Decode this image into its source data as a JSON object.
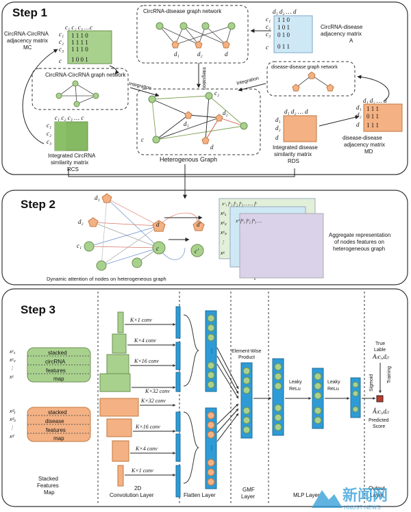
{
  "step1": {
    "title": "Step 1",
    "circ_disease_network": "CircRNA-disease graph network",
    "mc_label_1": "CircRNA-CircRNA",
    "mc_label_2": "adjacency matrix",
    "mc_label_3": "MC",
    "a_label_1": "CircRNA-disease",
    "a_label_2": "adjacency matrix",
    "a_label_3": "A",
    "circ_graph_network": "CircRNA-CircRNA graph network",
    "disease_graph_network": "disease-disease graph network",
    "integration_1": "Integration",
    "integration_2": "Integration",
    "integration_3": "Integration",
    "rcs_label_1": "Integrated CircRNA",
    "rcs_label_2": "similarity matrix",
    "rcs_label_3": "RCS",
    "hetero_graph": "Heterogenous Graph",
    "rds_label_1": "Integrated disease",
    "rds_label_2": "similarity matrix",
    "rds_label_3": "RDS",
    "md_label_1": "disease-disease",
    "md_label_2": "adjacency matrix",
    "md_label_3": "MD",
    "mc_rows": [
      "1 1 1 0",
      "1 1 1 1",
      "1 1 1 0",
      "1 0 0 1"
    ],
    "a_rows": [
      "1 1 0",
      "1 0 1",
      "0 1 0",
      "0 1 1"
    ],
    "md_rows": [
      "1 1 1",
      "0 1 1",
      "1 1 1"
    ]
  },
  "step2": {
    "title": "Step 2",
    "dynamic_attention": "Dynamic attention of nodes on heterogeneous graph",
    "aggregate_1": "Aggregate representation",
    "aggregate_2": "of nodes features on",
    "aggregate_3": "heterogeneous graph"
  },
  "step3": {
    "title": "Step 3",
    "circ_map": [
      "stacked",
      "circRNA",
      "features",
      "map"
    ],
    "dis_map": [
      "stacked",
      "disease",
      "features",
      "map"
    ],
    "convs": [
      "K×1  conv",
      "K×4  conv",
      "K×16  conv",
      "K×32  conv",
      "K×32  conv",
      "K×16  conv",
      "K×4  conv",
      "K×1  conv"
    ],
    "elementwise_1": "Element-Wise",
    "elementwise_2": "Product",
    "leaky_1a": "Leaky",
    "leaky_1b": "ReLu",
    "leaky_2a": "Leaky",
    "leaky_2b": "ReLu",
    "sigmoid": "Sigmoid",
    "training": "Training",
    "true_label_1": "True",
    "true_label_2": "Lable",
    "predicted_1": "Predicted",
    "predicted_2": "Score",
    "col_stacked_1": "Stacked",
    "col_stacked_2": "Features",
    "col_stacked_3": "Map",
    "col_conv_1": "2D",
    "col_conv_2": "Convolution Layer",
    "col_flatten": "Flatten Layer",
    "col_gmf_1": "GMF",
    "col_gmf_2": "Layer",
    "col_mlp": "MLP Layer",
    "col_output_1": "Output",
    "col_output_2": "Layer"
  },
  "watermark": {
    "text": "新闻网",
    "sub": "HNUST NEWS"
  },
  "colors": {
    "green": "#a9d18e",
    "orange": "#f4b183",
    "blue": "#2e9bd6",
    "light_blue": "#cfe8f5"
  }
}
